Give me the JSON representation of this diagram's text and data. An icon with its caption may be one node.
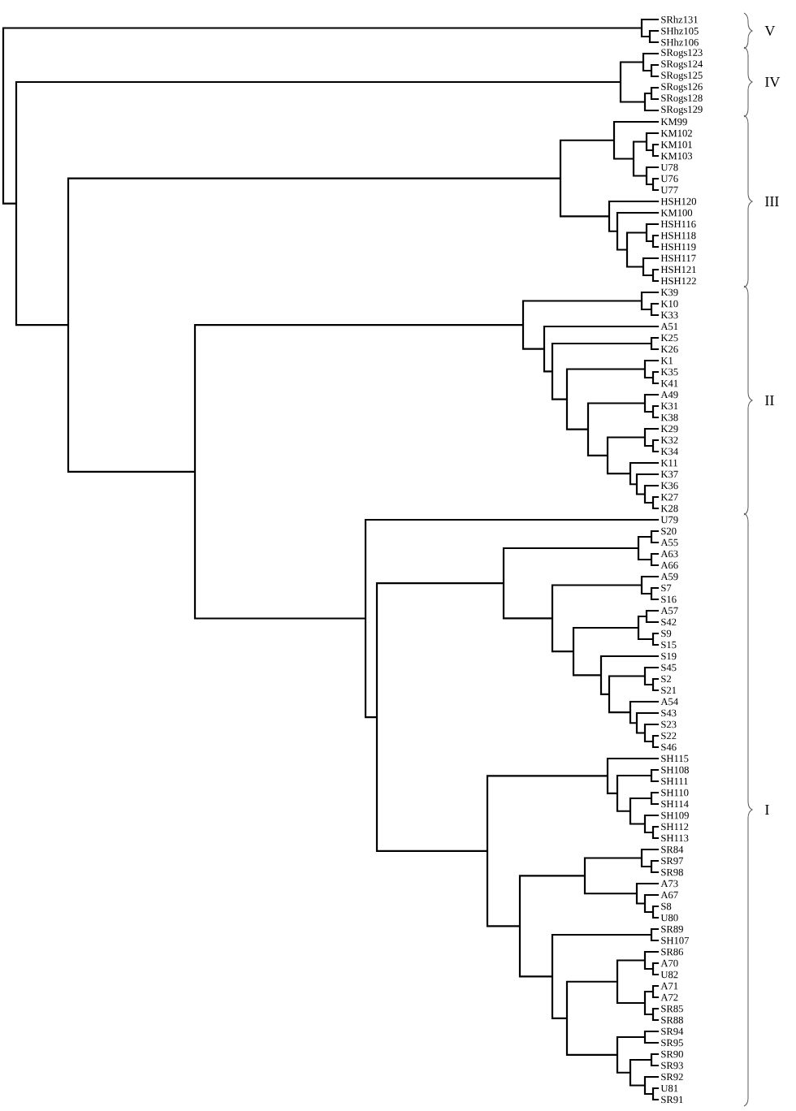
{
  "diagram": {
    "labels": [
      "SRhz131",
      "SHhz105",
      "SHhz106",
      "SRogs123",
      "SRogs124",
      "SRogs125",
      "SRogs126",
      "SRogs128",
      "SRogs129",
      "KM99",
      "KM102",
      "KM101",
      "KM103",
      "U78",
      "U76",
      "U77",
      "HSH120",
      "KM100",
      "HSH116",
      "HSH118",
      "HSH119",
      "HSH117",
      "HSH121",
      "HSH122",
      "K39",
      "K10",
      "K33",
      "A51",
      "K25",
      "K26",
      "K1",
      "K35",
      "K41",
      "A49",
      "K31",
      "K38",
      "K29",
      "K32",
      "K34",
      "K11",
      "K37",
      "K36",
      "K27",
      "K28",
      "U79",
      "S20",
      "A55",
      "A63",
      "A66",
      "A59",
      "S7",
      "S16",
      "A57",
      "S42",
      "S9",
      "S15",
      "S19",
      "S45",
      "S2",
      "S21",
      "A54",
      "S43",
      "S23",
      "S22",
      "S46",
      "SH115",
      "SH108",
      "SH111",
      "SH110",
      "SH114",
      "SH109",
      "SH112",
      "SH113",
      "SR84",
      "SR97",
      "SR98",
      "A73",
      "A67",
      "S8",
      "U80",
      "SR89",
      "SH107",
      "SR86",
      "A70",
      "U82",
      "A71",
      "A72",
      "SR85",
      "SR88",
      "SR94",
      "SR95",
      "SR90",
      "SR93",
      "SR92",
      "U81",
      "SR91",
      "V",
      "IV",
      "III",
      "II",
      "I"
    ]
  }
}
